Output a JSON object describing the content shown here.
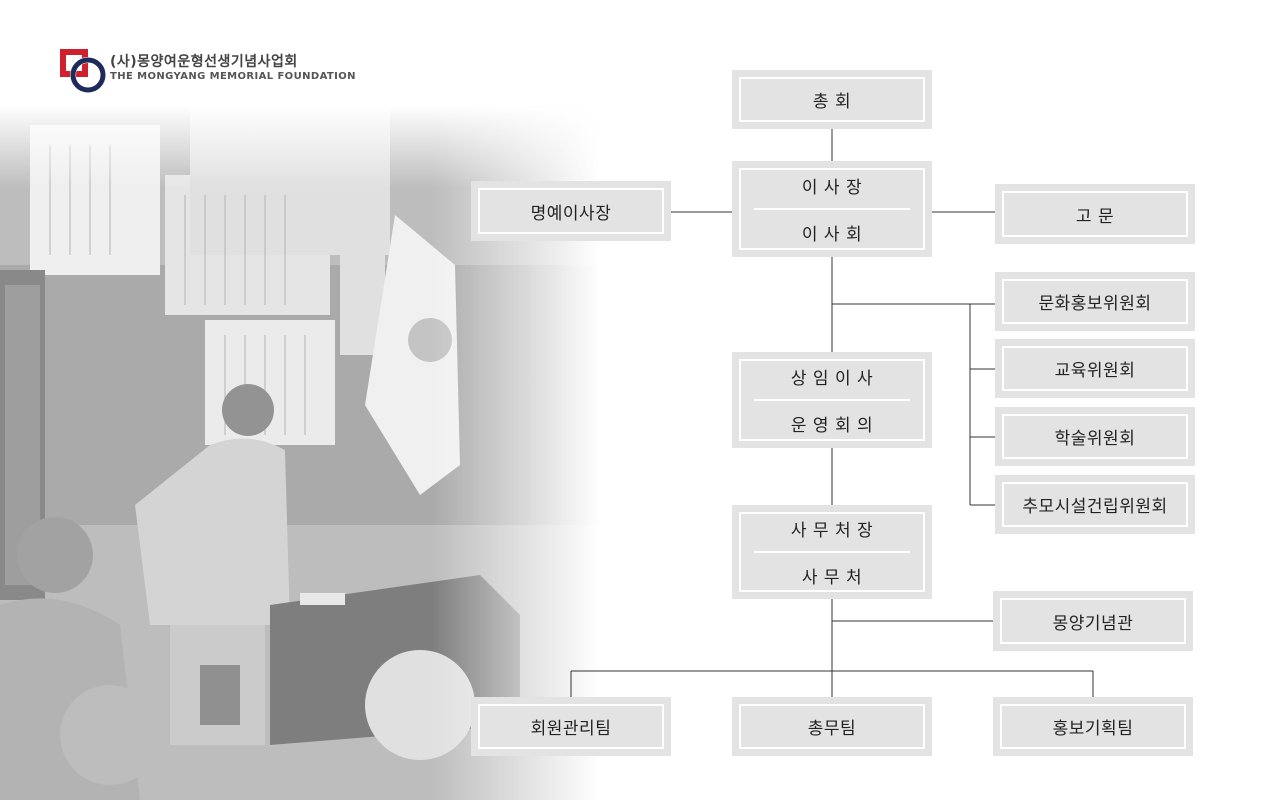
{
  "header": {
    "logo_ko": "(사)몽양여운형선생기념사업회",
    "logo_en": "THE MONGYANG MEMORIAL FOUNDATION"
  },
  "org": {
    "general_assembly": "총 회",
    "chairman": "이 사 장",
    "board": "이 사 회",
    "honorary_chairman": "명예이사장",
    "advisor": "고 문",
    "committees": [
      "문화홍보위원회",
      "교육위원회",
      "학술위원회",
      "추모시설건립위원회"
    ],
    "standing_director": "상 임 이 사",
    "steering_committee": "운 영 회 의",
    "secretary_general": "사 무 처 장",
    "secretariat": "사 무 처",
    "memorial_hall": "몽양기념관",
    "teams": [
      "회원관리팀",
      "총무팀",
      "홍보기획팀"
    ]
  },
  "colors": {
    "box_fill": "#e3e3e3",
    "box_border": "#ffffff",
    "line": "#333333",
    "logo_red": "#d0202e",
    "logo_navy": "#1e2a5a"
  }
}
